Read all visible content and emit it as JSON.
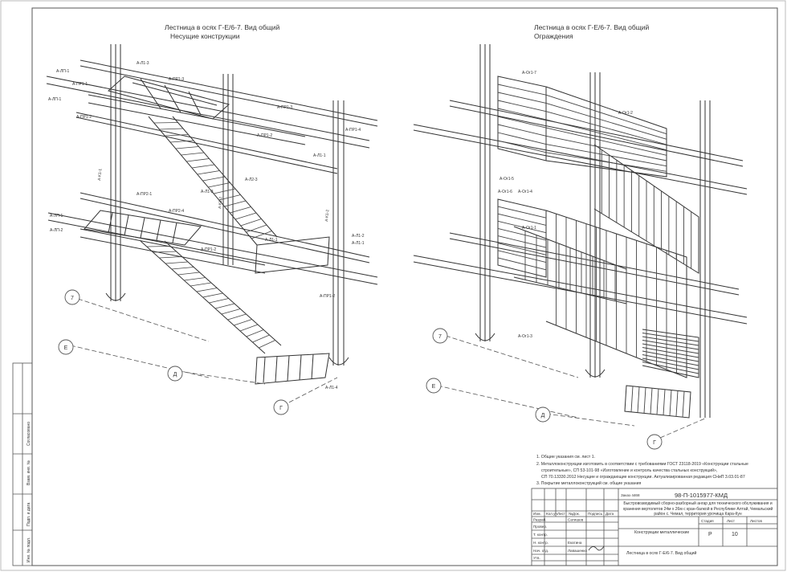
{
  "views": {
    "left": {
      "title": "Лестница в осях Г-Е/6-7. Вид общий",
      "subtitle": "Несущие конструкции"
    },
    "right": {
      "title": "Лестница в осях Г-Е/6-7. Вид общий",
      "subtitle": "Ограждения"
    }
  },
  "axes": {
    "left": {
      "a7": "7",
      "aE": "Е",
      "aD": "Д",
      "aG": "Г"
    },
    "right": {
      "a7": "7",
      "aE": "Е",
      "aD": "Д",
      "aG": "Г"
    }
  },
  "left_labels": [
    "А-Л1-3",
    "А-ЛП-1",
    "А-ПР1-1",
    "А-ЛП-1",
    "А-ПР1-2",
    "А-ПР1-3",
    "А-ПР1-3",
    "А-ПР1-2",
    "А-ПР1-4",
    "А-Л1-1",
    "А-К1-1",
    "А-К1-2",
    "А-Л2-3",
    "А-ПР2-1",
    "А-ПР2-4",
    "А-Л1-3",
    "А-К1-2",
    "А-Л1-2",
    "А-Л1-1",
    "А-ПР1-2",
    "А-Л1-1",
    "А-ЛП-1",
    "А-ЛП-2",
    "А-ПР1-2",
    "А-Л1-4"
  ],
  "right_labels": [
    "А-Ог1-7",
    "А-Ог1-2",
    "А-Ог1-5",
    "А-Ог1-6",
    "А-Ог1-4",
    "А-Ог1-1",
    "А-Ог1-3"
  ],
  "notes": [
    "1. Общие указания см. лист 1.",
    "2. Металлоконструкции изготовить в соответствии с требованиями ГОСТ 23118-2019 «Конструкции стальные",
    "строительные», СП 53-101-98 «Изготовление и контроль качества стальных конструкций»,",
    "СП 70.13330.2012 Несущие и ограждающие конструкции. Актуализированная редакция СНиП 3.03.01-87",
    "3. Покрытие металлоконструкций см. общие указания"
  ],
  "stamp": {
    "doc_code": "98-П-1015977-КМД",
    "project_title": "Быстровозводимый сборно-разборный ангар для технического обслуживания и хранения вертолетов 24м х 26м с кран-балкой в Республике Алтай, Чемальский район с. Чемал, территория урочища Кара-Кун",
    "section": "Конструкции металлические",
    "sheet_title": "Лестница в осях Г-Е/6-7. Вид общий",
    "stage_h": "Стадия",
    "sheet_h": "Лист",
    "sheets_h": "Листов",
    "stage": "Р",
    "sheet": "10",
    "sheets": "",
    "col_headers": [
      "Изм.",
      "Кол.уч",
      "Лист",
      "№Док.",
      "Подпись",
      "Дата"
    ],
    "roles": [
      {
        "role": "Разраб.",
        "name": "Сатишев"
      },
      {
        "role": "Провер.",
        "name": ""
      },
      {
        "role": "Т. контр.",
        "name": ""
      },
      {
        "role": "Н. контр.",
        "name": "Екатина"
      },
      {
        "role": "Нач. отд.",
        "name": "Лавашенко"
      },
      {
        "role": "Утв.",
        "name": ""
      }
    ],
    "order_label": "Заказ 4468"
  },
  "side_stamp": [
    "Взам. инв. №",
    "Подп. и дата",
    "Инв. № подл.",
    "Согласовано"
  ]
}
